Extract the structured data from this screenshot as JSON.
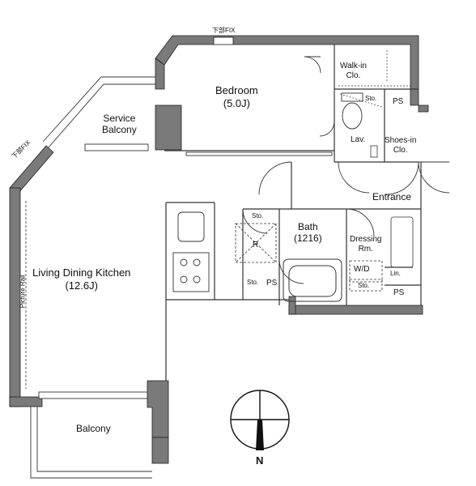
{
  "rooms": {
    "bedroom": {
      "name": "Bedroom",
      "size": "(5.0J)"
    },
    "ldk": {
      "name": "Living Dining Kitchen",
      "size": "(12.6J)"
    },
    "service_balcony": {
      "line1": "Service",
      "line2": "Balcony"
    },
    "balcony": {
      "name": "Balcony"
    },
    "walk_in": {
      "line1": "Walk-in",
      "line2": "Clo."
    },
    "shoes_in": {
      "line1": "Shoes-in",
      "line2": "Clo."
    },
    "bath": {
      "name": "Bath",
      "size": "(1216)"
    },
    "dressing": {
      "line1": "Dressing",
      "line2": "Rm."
    },
    "entrance": {
      "name": "Entrance"
    },
    "lav": {
      "name": "Lav."
    }
  },
  "fixtures": {
    "sto_top": "Sto.",
    "sto_kitchen": "Sto.",
    "sto_lower": "Sto.",
    "sto_dressing": "Sto.",
    "ps_top": "PS",
    "ps_mid": "PS",
    "ps_bottom": "PS",
    "refrigerator": "R",
    "washer_dryer": "W/D",
    "linen": "Lin.",
    "picture_rail": "Picture Rail"
  },
  "window_notes": {
    "top": "下部FIX",
    "left": "下部FIX"
  },
  "compass": {
    "label": "N"
  },
  "colors": {
    "wall": "#7a7a7a",
    "wall_edge": "#222222",
    "line": "#333333"
  }
}
